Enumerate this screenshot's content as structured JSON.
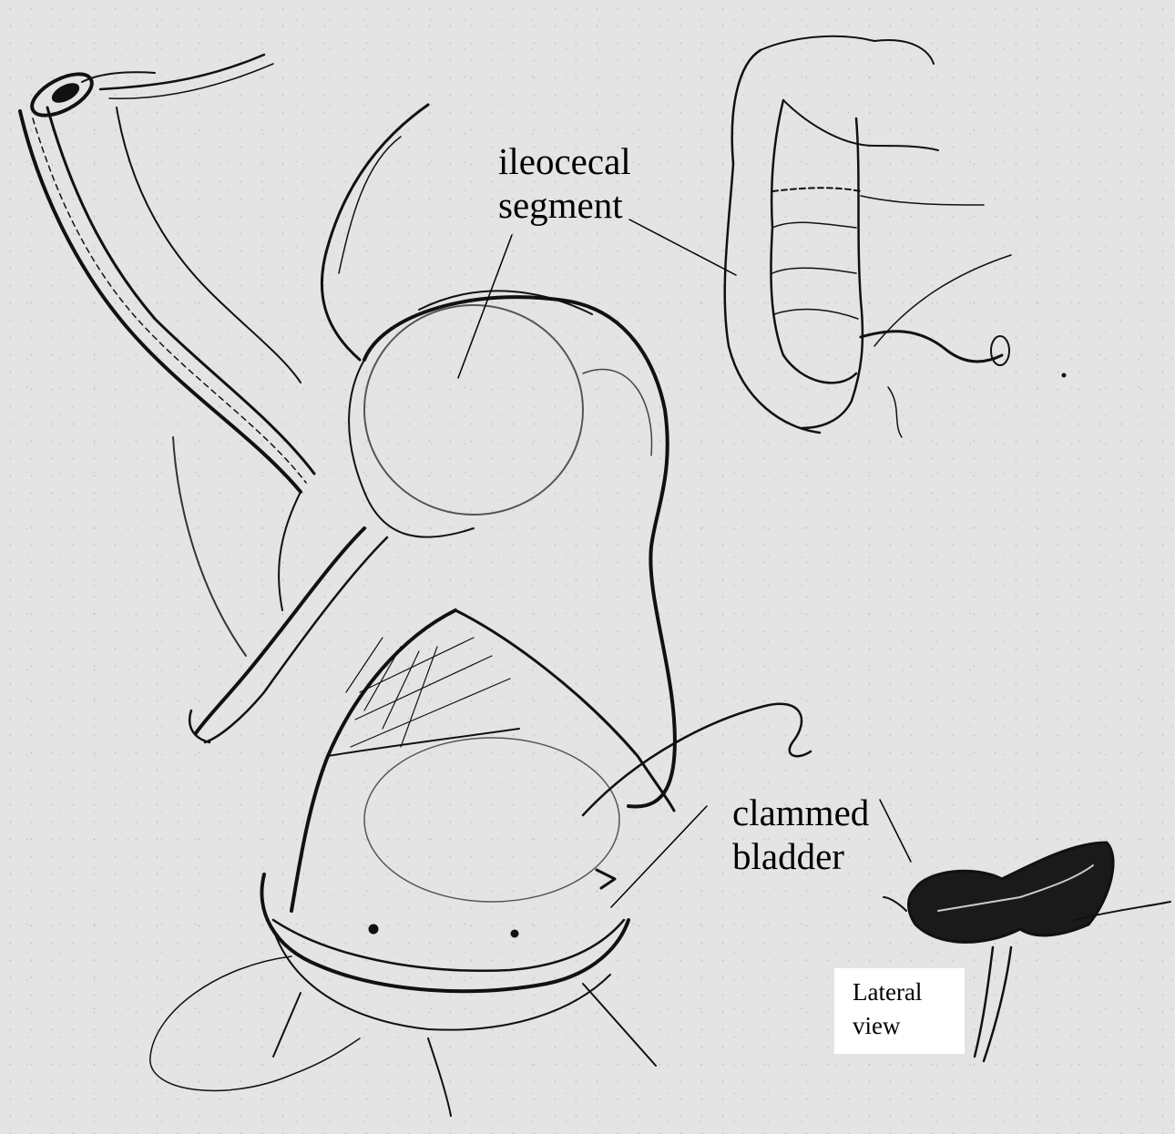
{
  "labels": {
    "ileocecal": [
      "ileocecal",
      "segment"
    ],
    "bladder": [
      "clammed",
      "bladder"
    ],
    "lateral": [
      "Lateral",
      "view"
    ]
  },
  "colors": {
    "background": "#e4e4e4",
    "ink": "#000000",
    "label_box": "#ffffff"
  }
}
